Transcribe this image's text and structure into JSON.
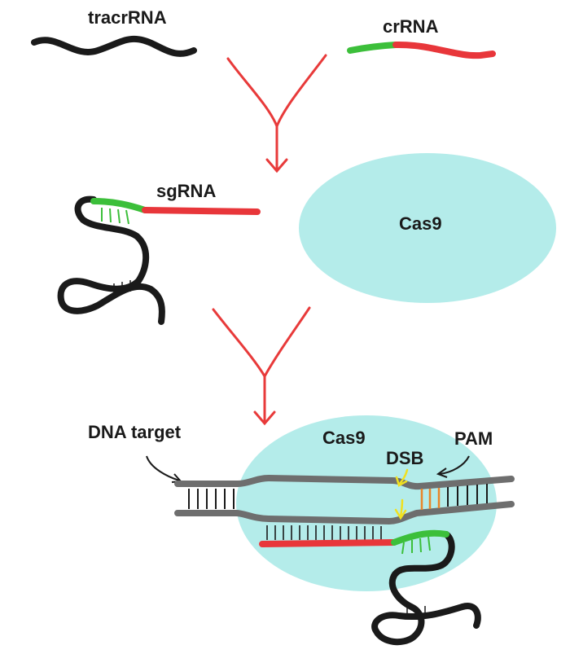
{
  "labels": {
    "tracrrna": "tracrRNA",
    "crrna": "crRNA",
    "sgrna": "sgRNA",
    "cas9_top": "Cas9",
    "dna_target": "DNA target",
    "cas9_bottom": "Cas9",
    "dsb": "DSB",
    "pam": "PAM"
  },
  "colors": {
    "rna_backbone": "#1a1a1a",
    "crrna_guide": "#e8363a",
    "crrna_repeat": "#3cbf3a",
    "cas9_fill": "#b4ecea",
    "dna_strand": "#6e6e6e",
    "arrow": "#e83a3a",
    "pam_bases": "#e8862a",
    "dsb_marker": "#f0e020"
  }
}
